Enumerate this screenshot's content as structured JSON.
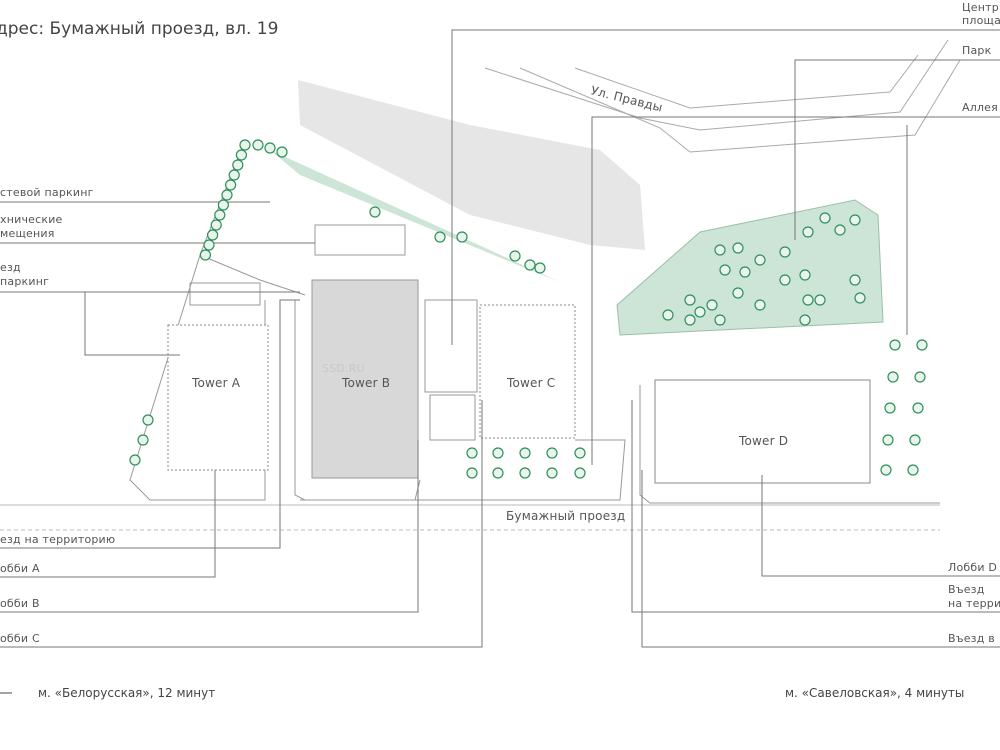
{
  "title": "дрес: Бумажный проезд, вл. 19",
  "left_labels": {
    "guest_parking": "стевой паркинг",
    "tech_1": "хнические",
    "tech_2": "мещения",
    "entry_parking_1": "езд",
    "entry_parking_2": "паркинг",
    "entry_territory": "езд на территорию",
    "lobby_a": "обби A",
    "lobby_b": "обби B",
    "lobby_c": "обби C"
  },
  "right_labels": {
    "center_1": "Центр",
    "center_2": "площа",
    "park": "Парк",
    "alley": "Аллея",
    "lobby_d": "Лобби D",
    "entry_terr_1": "Въезд",
    "entry_terr_2": "на терри",
    "entry_in": "Въезд в"
  },
  "buildings": {
    "a": "Tower A",
    "b": "Tower B",
    "c": "Tower C",
    "d": "Tower D"
  },
  "streets": {
    "pravdy": "Ул. Правды",
    "bumazhny": "Бумажный проезд"
  },
  "watermark": "SSD.RU",
  "metro": {
    "left": "м. «Белорусская», 12 минут",
    "right": "м. «Савеловская», 4 минуты"
  },
  "colors": {
    "green": "#2f8f5b",
    "park": "#cde5d6",
    "gray": "#e3e3e3"
  }
}
